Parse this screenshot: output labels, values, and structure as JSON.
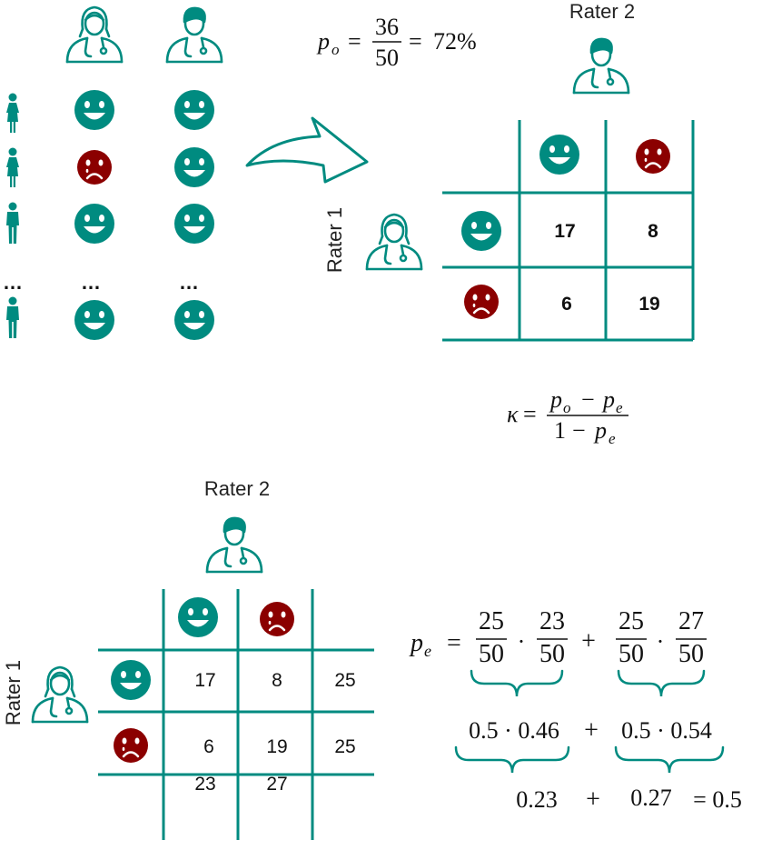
{
  "colors": {
    "teal": "#008b80",
    "sad": "#8b0000",
    "text": "#111111"
  },
  "icons": {
    "doctor_female": "doctor-female-icon",
    "doctor_male": "doctor-male-icon",
    "patient_female": "female-person-icon",
    "patient_male": "male-person-icon",
    "happy": "happy-face-icon",
    "sad": "sad-face-icon",
    "arrow": "curved-arrow-icon"
  },
  "left_panel": {
    "ellipsis": "…",
    "rows": [
      {
        "patient": "female",
        "rater1": "happy",
        "rater2": "happy"
      },
      {
        "patient": "female",
        "rater1": "sad",
        "rater2": "happy"
      },
      {
        "patient": "male",
        "rater1": "happy",
        "rater2": "happy"
      },
      {
        "patient": "male",
        "rater1": "happy",
        "rater2": "happy"
      }
    ]
  },
  "po_formula": {
    "lhs": "p",
    "lhs_sub": "o",
    "eq1": "=",
    "num": "36",
    "den": "50",
    "eq2": "=",
    "result": "72%"
  },
  "top_table": {
    "rater2_label": "Rater 2",
    "rater1_label": "Rater 1",
    "cells": [
      [
        "17",
        "8"
      ],
      [
        "6",
        "19"
      ]
    ]
  },
  "kappa_formula": {
    "symbol": "κ",
    "eq": "=",
    "num": {
      "a": "p",
      "a_sub": "o",
      "op": "−",
      "b": "p",
      "b_sub": "e"
    },
    "den": {
      "one": "1",
      "op": "−",
      "b": "p",
      "b_sub": "e"
    }
  },
  "bottom_table": {
    "rater2_label": "Rater 2",
    "rater1_label": "Rater 1",
    "cells": [
      [
        "17",
        "8"
      ],
      [
        "6",
        "19"
      ]
    ],
    "row_totals": [
      "25",
      "25"
    ],
    "col_totals": [
      "23",
      "27"
    ]
  },
  "pe_formula": {
    "lhs": "p",
    "lhs_sub": "e",
    "eq": "=",
    "f1n": "25",
    "f1d": "50",
    "dot1": "·",
    "f2n": "23",
    "f2d": "50",
    "plus": "+",
    "f3n": "25",
    "f3d": "50",
    "dot2": "·",
    "f4n": "27",
    "f4d": "50",
    "line2_a": "0.5 · 0.46",
    "line2_plus": "+",
    "line2_b": "0.5 · 0.54",
    "line3_a": "0.23",
    "line3_plus": "+",
    "line3_b": "0.27",
    "line3_eq": "= 0.5"
  }
}
